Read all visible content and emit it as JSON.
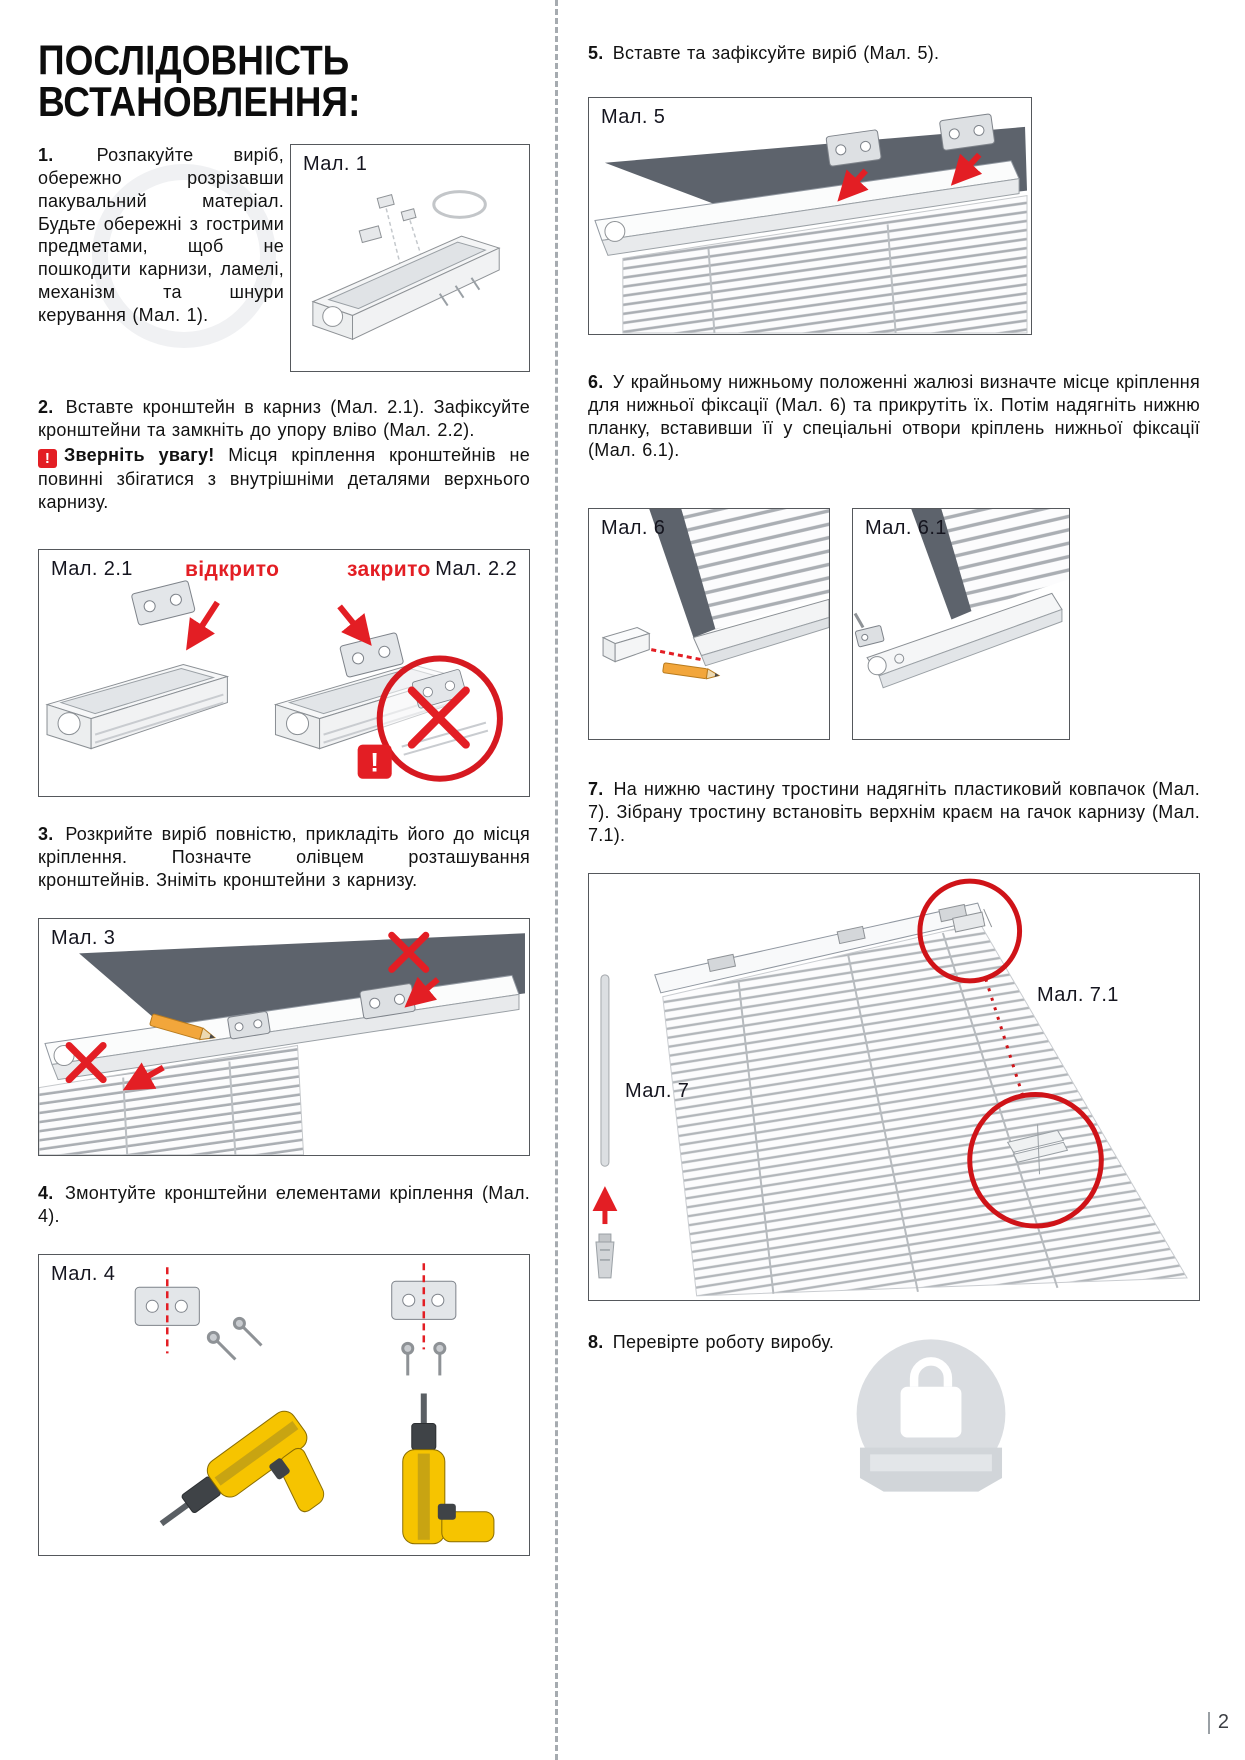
{
  "page": {
    "title": "ПОСЛІДОВНІСТЬ ВСТАНОВЛЕННЯ:",
    "number": "2"
  },
  "colors": {
    "accent_red": "#e31e24",
    "figure_border_gray": "#55585c",
    "drill_yellow": "#f6c400",
    "window_dark_gray": "#5d636c"
  },
  "steps": {
    "s1": {
      "num": "1.",
      "text": "Розпакуйте виріб, обережно розрізавши пакувальний матеріал. Будьте обережні з гострими предметами, щоб не пошкодити карнизи, ламелі, механізм та шнури керування (Мал. 1)."
    },
    "s2": {
      "num": "2.",
      "text": "Вставте кронштейн в карниз (Мал. 2.1). Зафіксуйте кронштейни та замкніть до упору вліво (Мал. 2.2)."
    },
    "warning": {
      "icon": "!",
      "label": "Зверніть увагу!",
      "text": "Місця кріплення кронштейнів не повинні збігатися з внутрішніми деталями верхнього карнизу."
    },
    "s3": {
      "num": "3.",
      "text": "Розкрийте виріб повністю, прикладіть його до місця кріплення. Позначте олівцем розташування кронштейнів. Зніміть кронштейни з карнизу."
    },
    "s4": {
      "num": "4.",
      "text": "Змонтуйте кронштейни елементами кріплення (Мал. 4)."
    },
    "s5": {
      "num": "5.",
      "text": "Вставте та зафіксуйте виріб (Мал. 5)."
    },
    "s6": {
      "num": "6.",
      "text": "У крайньому нижньому положенні жалюзі визначте місце кріплення для нижньої фіксації (Мал. 6) та прикрутіть їх. Потім надягніть нижню планку, вставивши її у спеціальні отвори кріплень нижньої фіксації (Мал. 6.1)."
    },
    "s7": {
      "num": "7.",
      "text": "На нижню частину тростини надягніть пластиковий ковпачок (Мал. 7). Зібрану тростину встановіть верхнім краєм на гачок карнизу (Мал. 7.1)."
    },
    "s8": {
      "num": "8.",
      "text": "Перевірте роботу виробу."
    }
  },
  "figures": {
    "f1": {
      "label": "Мал. 1"
    },
    "f2": {
      "label_left": "Мал. 2.1",
      "open_label": "відкрито",
      "closed_label": "закрито",
      "label_right": "Мал. 2.2",
      "warn_mark": "!"
    },
    "f3": {
      "label": "Мал. 3"
    },
    "f4": {
      "label": "Мал. 4"
    },
    "f5": {
      "label": "Мал. 5"
    },
    "f6": {
      "label": "Мал. 6"
    },
    "f6_1": {
      "label": "Мал. 6.1"
    },
    "f7": {
      "label": "Мал. 7",
      "detail_label": "Мал. 7.1"
    }
  }
}
